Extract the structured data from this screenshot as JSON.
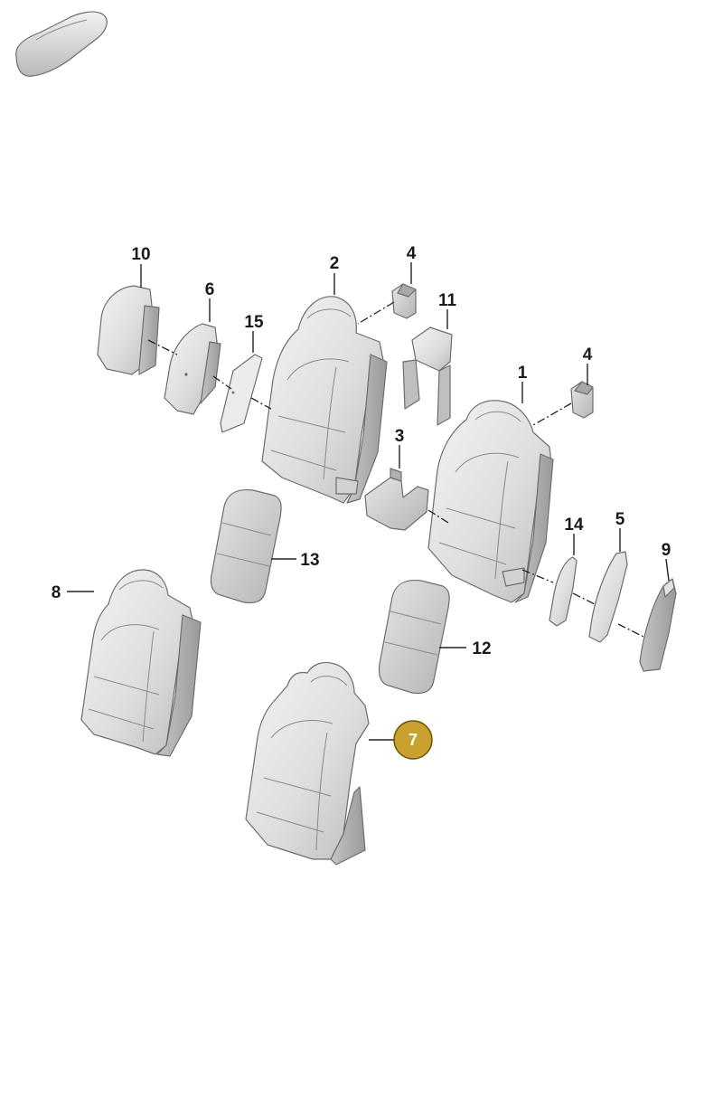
{
  "colors": {
    "highlight_fill": "#C9A12F",
    "highlight_stroke": "#6b5200",
    "part_light": "#e8e8e8",
    "part_mid": "#cfcfcf",
    "part_dark": "#a9a9a9"
  },
  "thumbnail": {
    "icon": "car-silhouette-icon"
  },
  "callouts": {
    "c1": "1",
    "c2": "2",
    "c3": "3",
    "c4a": "4",
    "c4b": "4",
    "c5": "5",
    "c6": "6",
    "c7": "7",
    "c8": "8",
    "c9": "9",
    "c10": "10",
    "c11": "11",
    "c12": "12",
    "c13": "13",
    "c14": "14",
    "c15": "15"
  },
  "highlighted_callout": "7"
}
